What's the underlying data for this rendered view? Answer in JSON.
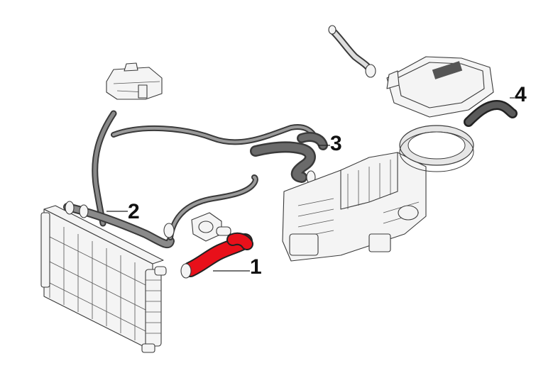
{
  "colors": {
    "background": "#ffffff",
    "line": "#3a3a3a",
    "hose_fill": "#555555",
    "highlight": "#e8101a"
  },
  "callouts": [
    {
      "id": "1",
      "label": "1"
    },
    {
      "id": "2",
      "label": "2"
    },
    {
      "id": "3",
      "label": "3"
    },
    {
      "id": "4",
      "label": "4"
    }
  ],
  "highlighted_part": "1"
}
